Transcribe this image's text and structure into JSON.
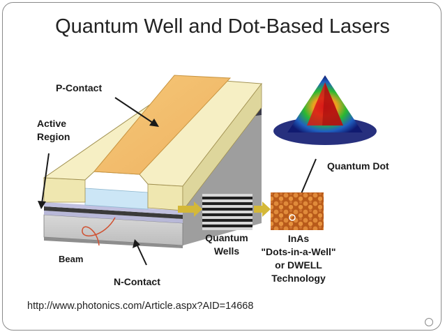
{
  "slide": {
    "title": "Quantum Well and Dot-Based Lasers",
    "source": "http://www.photonics.com/Article.aspx?AID=14668"
  },
  "diagram": {
    "labels": {
      "p_contact": "P-Contact",
      "active_1": "Active",
      "active_2": "Region",
      "beam": "Beam",
      "n_contact": "N-Contact",
      "qw_1": "Quantum",
      "qw_2": "Wells",
      "quantum_dot": "Quantum Dot",
      "inas_1": "InAs",
      "inas_2": "\"Dots-in-a-Well\"",
      "inas_3": "or DWELL",
      "inas_4": "Technology"
    },
    "colors": {
      "contact_top": "#f5edb8",
      "stripe": "#f4c070",
      "n_body": "#c8c8c8",
      "arrow": "#d4b838",
      "dot_red": "#d81818",
      "dot_green": "#2ab832",
      "dot_blue": "#2030a0",
      "inas": "#c8641e",
      "beam_ink": "#d05030"
    }
  }
}
